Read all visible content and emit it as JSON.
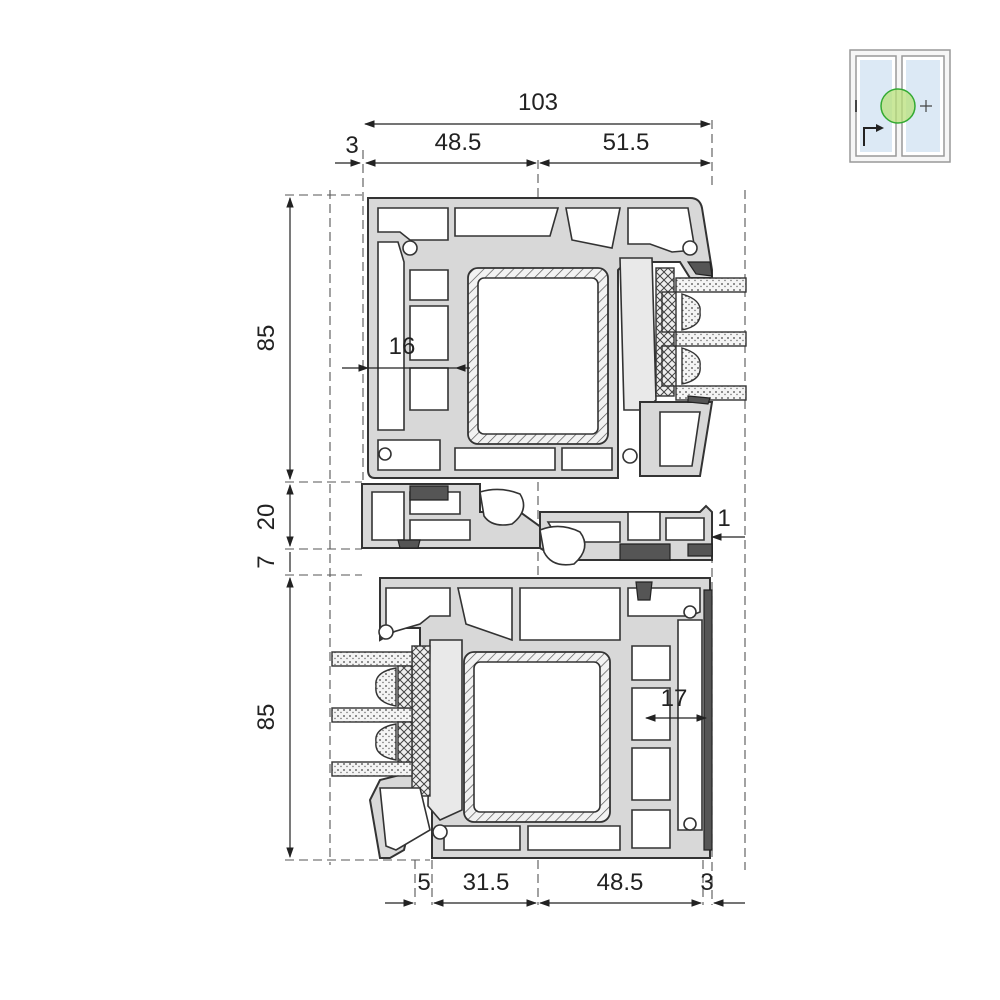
{
  "dimensions": {
    "overall_width": "103",
    "top_left_offset": "3",
    "top_left_width": "48.5",
    "top_right_width": "51.5",
    "upper_height": "85",
    "middle_height": "20",
    "gap_height": "7",
    "lower_height": "85",
    "upper_inner_width": "16",
    "right_offset": "1",
    "lower_inner_width": "17",
    "bottom_left_offset": "5",
    "bottom_mid_width": "31.5",
    "bottom_right_width": "48.5",
    "bottom_right_offset": "3"
  },
  "thumbnail": {
    "accent_color": "#b8e07a",
    "frame_color": "#999999",
    "glass_color": "#dce9f5"
  }
}
